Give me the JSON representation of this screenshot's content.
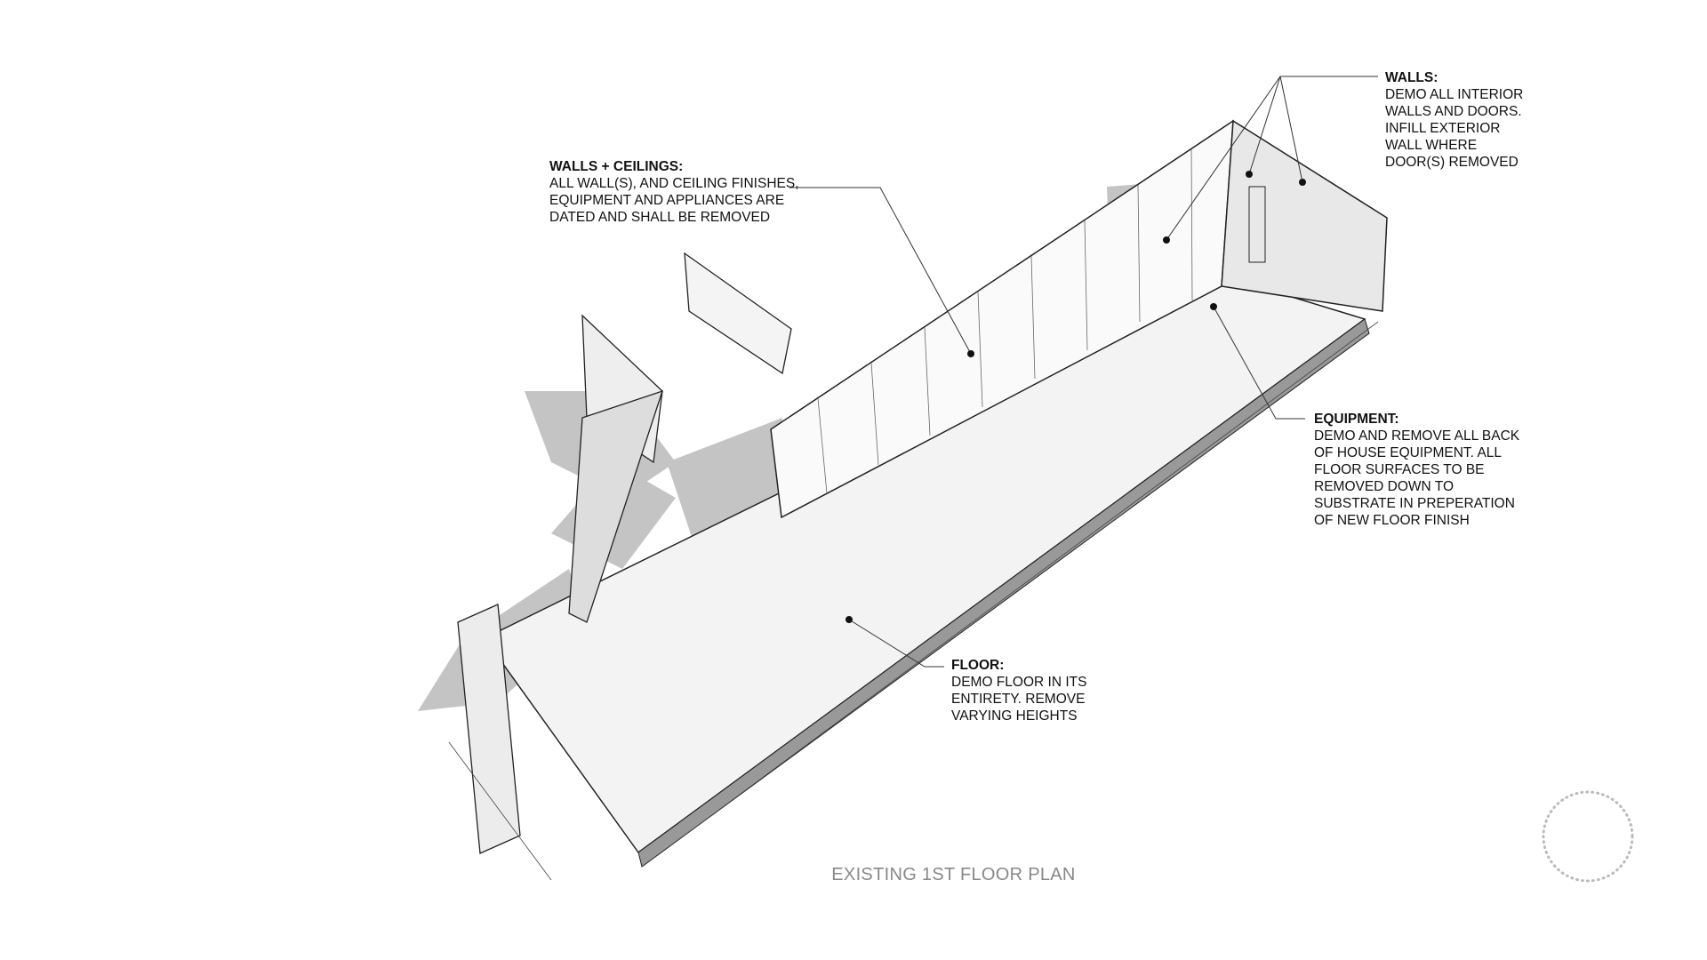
{
  "title": "EXISTING 1ST FLOOR PLAN",
  "notes": {
    "walls": {
      "heading": "WALLS:",
      "lines": [
        "DEMO ALL INTERIOR",
        "WALLS AND DOORS.",
        "INFILL EXTERIOR",
        "WALL WHERE",
        "DOOR(S) REMOVED"
      ]
    },
    "walls_ceilings": {
      "heading": "WALLS + CEILINGS:",
      "lines": [
        "ALL WALL(S), AND CEILING FINISHES,",
        "EQUIPMENT AND APPLIANCES ARE",
        "DATED AND SHALL BE REMOVED"
      ]
    },
    "equipment": {
      "heading": "EQUIPMENT:",
      "lines": [
        "DEMO AND REMOVE ALL BACK",
        "OF HOUSE EQUIPMENT. ALL",
        "FLOOR SURFACES TO BE",
        "REMOVED DOWN TO",
        "SUBSTRATE IN PREPERATION",
        "OF NEW FLOOR FINISH"
      ]
    },
    "floor": {
      "heading": "FLOOR:",
      "lines": [
        "DEMO FLOOR IN ITS",
        "ENTIRETY. REMOVE",
        "VARYING HEIGHTS"
      ]
    }
  },
  "colors": {
    "line": "#222222",
    "shadow": "#bdbdbd",
    "title": "#888888"
  }
}
